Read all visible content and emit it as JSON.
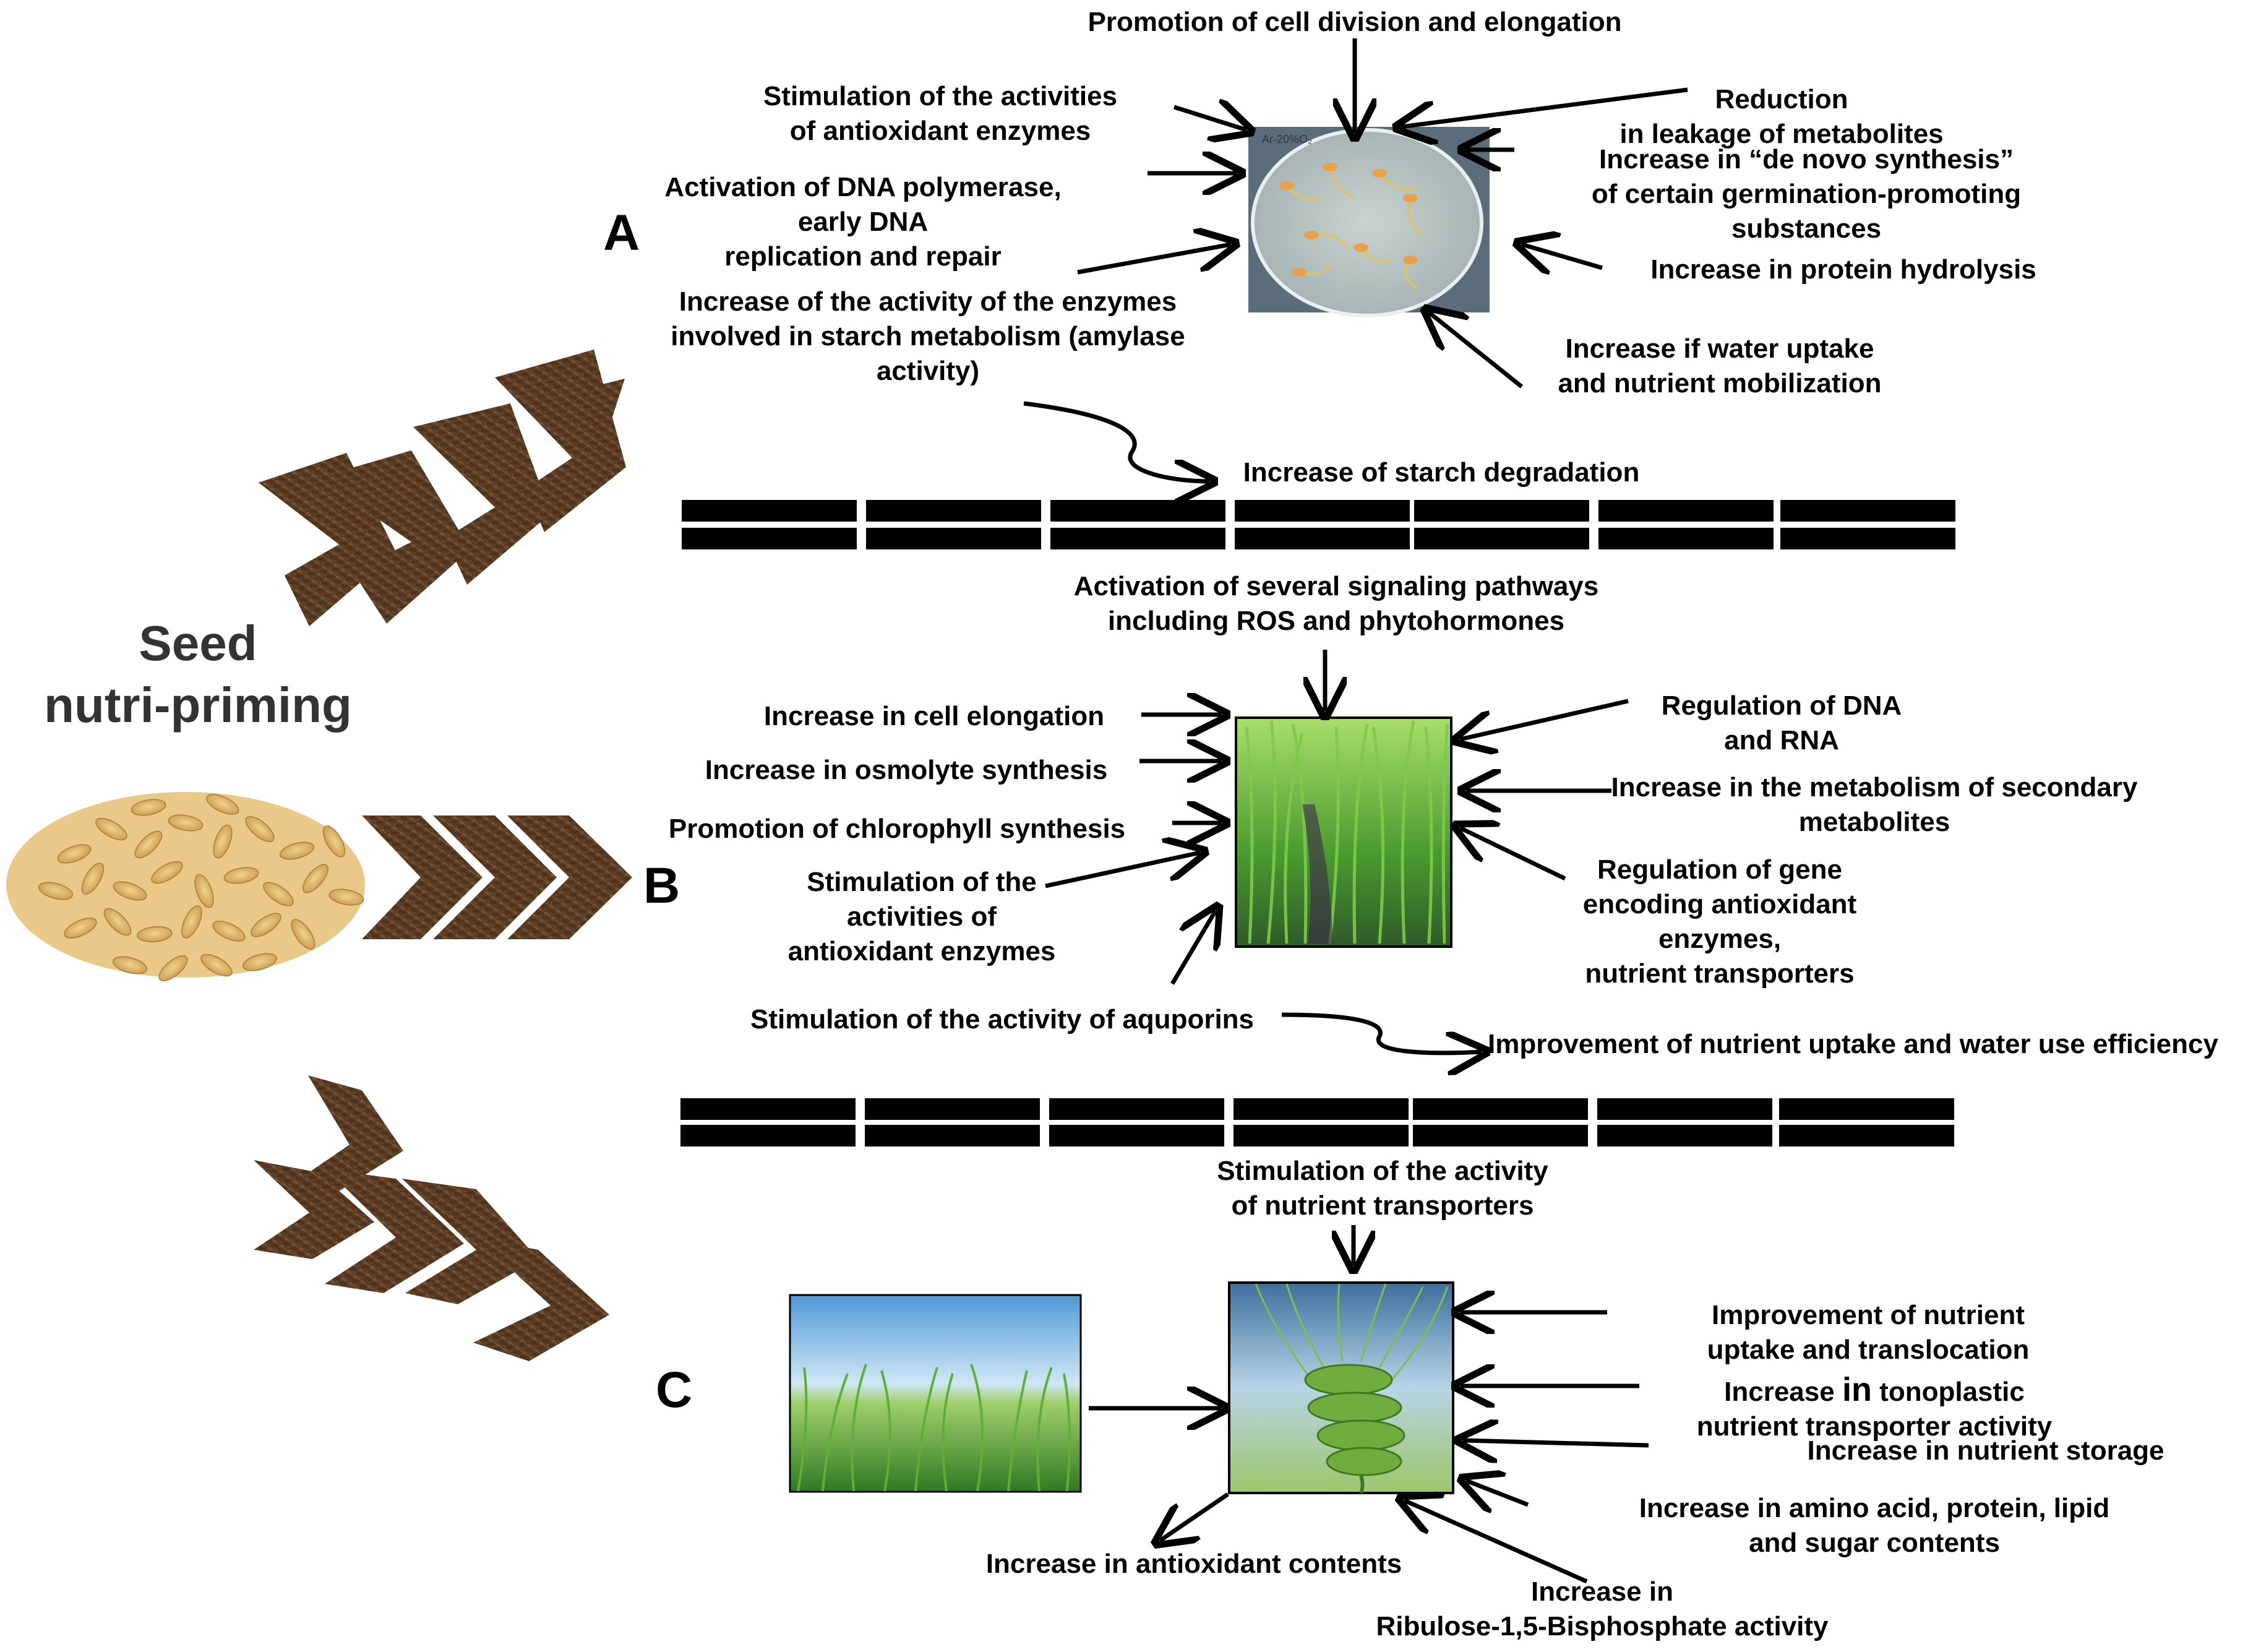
{
  "title": "Seed\nnutri-priming",
  "panels": {
    "a": "A",
    "b": "B",
    "c": "C"
  },
  "photos": {
    "petri_dish": {
      "caption": "Ar-20%O₂",
      "icon": "petri-dish-germinating-seeds"
    },
    "seedlings": {
      "icon": "wheat-seedlings-photo"
    },
    "field": {
      "icon": "green-wheat-field-photo"
    },
    "spike": {
      "icon": "wheat-spike-photo"
    },
    "grains": {
      "icon": "barley-seed-pile"
    }
  },
  "colors": {
    "chevron": "#5b3a22",
    "chevron_light": "#8a6748",
    "bar": "#000000"
  },
  "section_a": {
    "cell_division": "Promotion of cell division and elongation",
    "antioxidant_enzymes": "Stimulation of the activities\nof antioxidant enzymes",
    "dna_polymerase": "Activation of DNA polymerase,\nearly DNA\nreplication and repair",
    "starch_enzymes": "Increase of the activity of the enzymes\ninvolved in starch metabolism (amylase\nactivity)",
    "reduction_leakage": "Reduction\nin leakage of metabolites",
    "de_novo": "Increase in “de novo synthesis”\nof certain germination-promoting\nsubstances",
    "protein_hydrolysis": "Increase in protein hydrolysis",
    "water_uptake": "Increase if water uptake\nand nutrient mobilization",
    "starch_degradation": "Increase of starch degradation"
  },
  "section_b": {
    "signaling": "Activation of several signaling pathways\nincluding ROS and phytohormones",
    "cell_elongation": "Increase in cell elongation",
    "osmolyte": "Increase in osmolyte synthesis",
    "chlorophyll": "Promotion of chlorophyll synthesis",
    "antioxidant_enzymes": "Stimulation of the\nactivities of\nantioxidant enzymes",
    "dna_rna": "Regulation of DNA\nand RNA",
    "secondary_metabolites": "Increase in the metabolism of secondary\nmetabolites",
    "gene_regulation": "Regulation of gene\nencoding antioxidant\nenzymes,\nnutrient transporters",
    "aquaporins": "Stimulation of the activity of aquporins",
    "nutrient_uptake_wue": "Improvement of nutrient uptake and water use efficiency"
  },
  "section_c": {
    "transporters": "Stimulation of the activity\nof nutrient transporters",
    "uptake_translocation": "Improvement of nutrient\nuptake and translocation",
    "tonoplastic_pre": "Increase ",
    "tonoplastic_in": "in",
    "tonoplastic_post": " tonoplastic\nnutrient transporter activity",
    "storage": "Increase in nutrient storage",
    "amino_acid": "Increase in amino acid, protein, lipid\nand sugar contents",
    "antioxidant_contents": "Increase in antioxidant contents",
    "rubisco": "Increase in\nRibulose-1,5-Bisphosphate activity"
  }
}
